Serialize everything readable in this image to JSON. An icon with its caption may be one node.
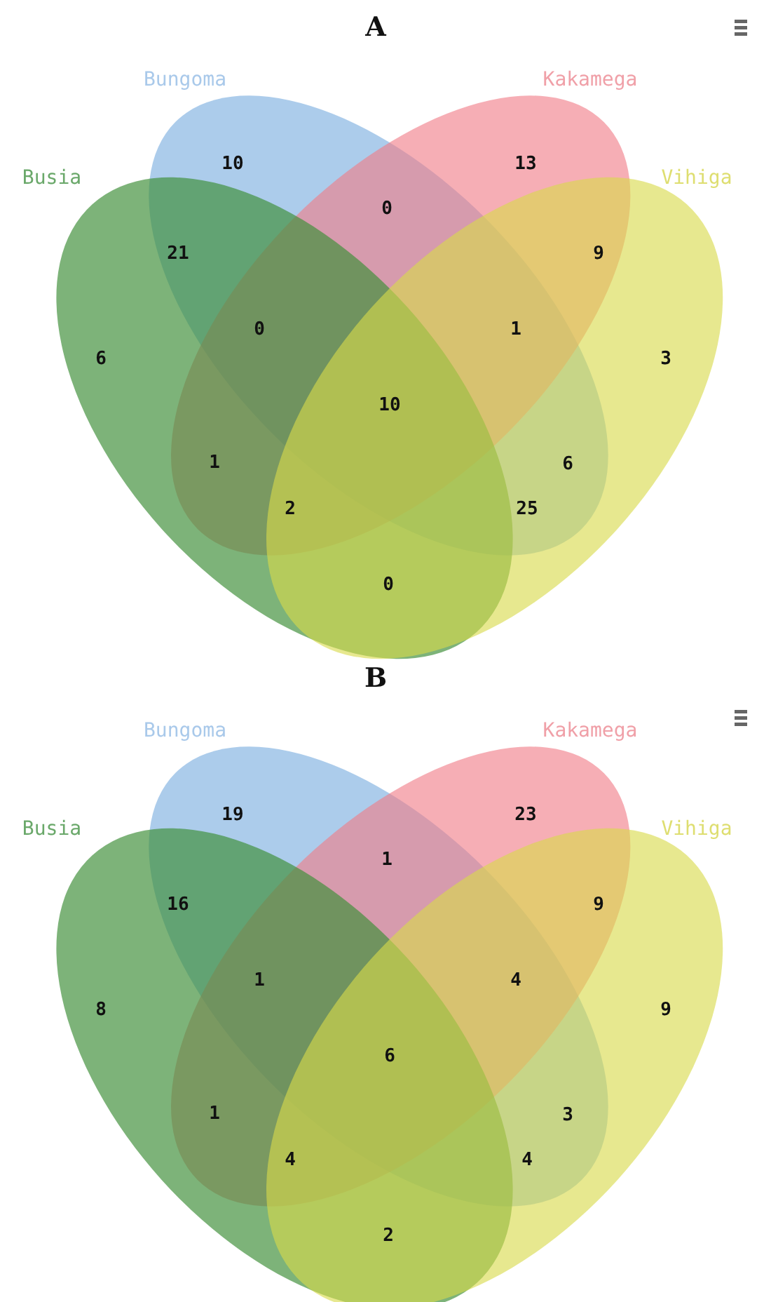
{
  "diagram": {
    "nodes": [
      {
        "text": [
          "Bungoma"
        ]
      },
      {
        "text": [
          "Kakamega"
        ]
      },
      {
        "text": [
          "Busia"
        ]
      },
      {
        "text": [
          "Vihiga"
        ]
      },
      {
        "text": [
          "Bungoma"
        ]
      },
      {
        "text": [
          "Kakamega"
        ]
      },
      {
        "text": [
          "Busia"
        ]
      },
      {
        "text": [
          "Vihiga"
        ]
      }
    ],
    "edges": [],
    "labels": [
      "A",
      "10",
      "13",
      "0",
      "21",
      "9",
      "0",
      "1",
      "6",
      "3",
      "10",
      "1",
      "6",
      "2",
      "25",
      "0",
      "B",
      "19",
      "23",
      "1",
      "16",
      "9",
      "1",
      "4",
      "8",
      "9",
      "6",
      "1",
      "3",
      "4",
      "4",
      "2"
    ]
  }
}
